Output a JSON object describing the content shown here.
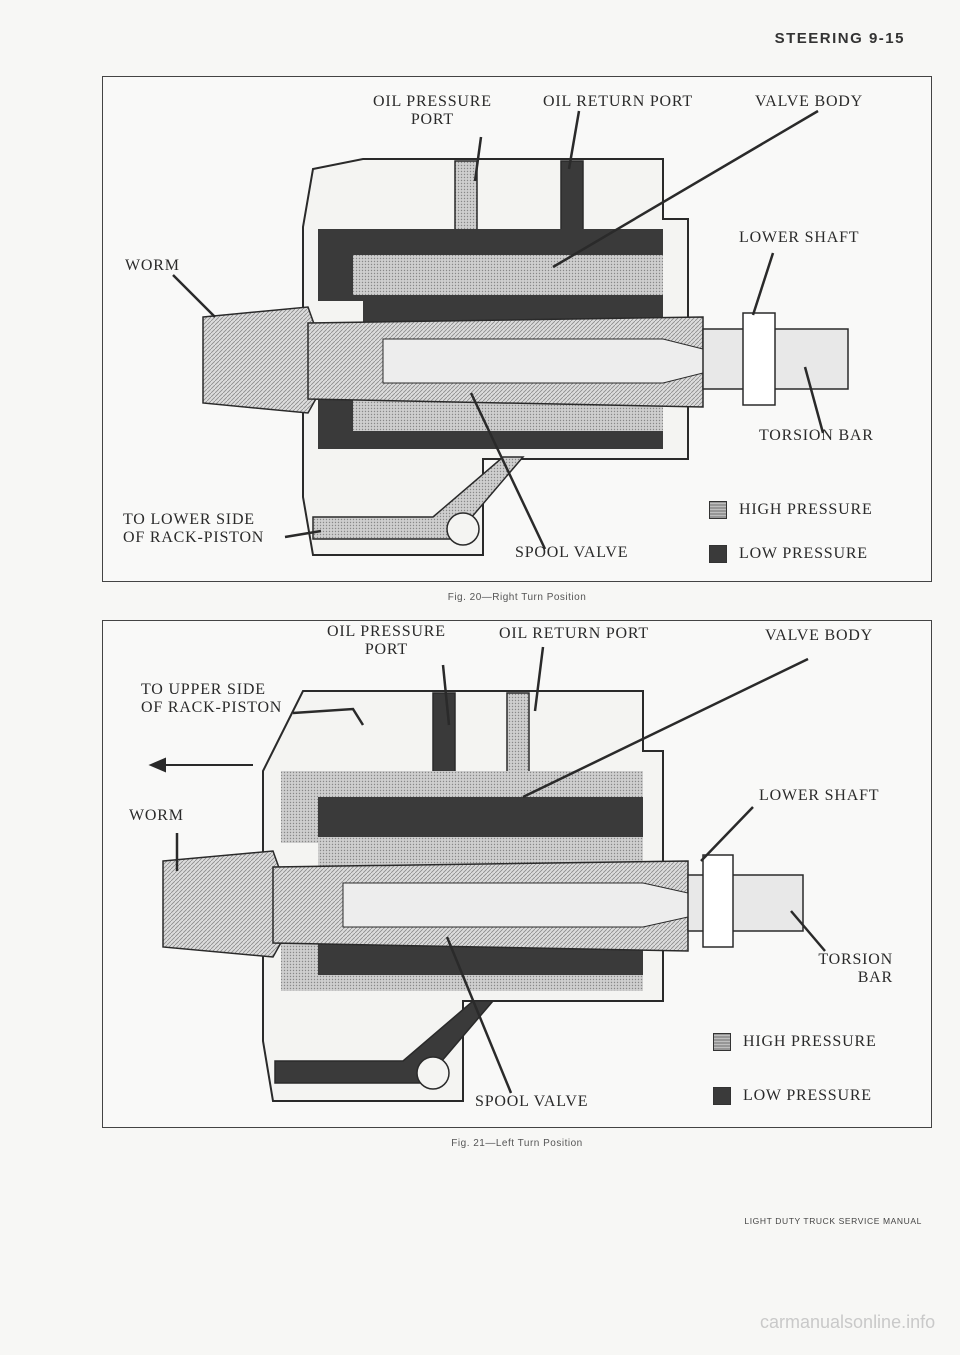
{
  "header": {
    "title": "STEERING 9-15"
  },
  "figures": [
    {
      "caption": "Fig. 20—Right Turn Position",
      "labels": {
        "oil_pressure_port": "OIL PRESSURE\nPORT",
        "oil_return_port": "OIL RETURN PORT",
        "valve_body": "VALVE BODY",
        "lower_shaft": "LOWER SHAFT",
        "worm": "WORM",
        "torsion_bar": "TORSION BAR",
        "rack_piston": "TO LOWER SIDE\nOF RACK-PISTON",
        "spool_valve": "SPOOL VALVE"
      },
      "legend": {
        "high": "HIGH PRESSURE",
        "low": "LOW PRESSURE"
      }
    },
    {
      "caption": "Fig. 21—Left Turn Position",
      "labels": {
        "oil_pressure_port": "OIL PRESSURE\nPORT",
        "oil_return_port": "OIL RETURN PORT",
        "valve_body": "VALVE BODY",
        "rack_piston": "TO UPPER SIDE\nOF RACK-PISTON",
        "lower_shaft": "LOWER SHAFT",
        "worm": "WORM",
        "torsion_bar": "TORSION\nBAR",
        "spool_valve": "SPOOL VALVE"
      },
      "legend": {
        "high": "HIGH PRESSURE",
        "low": "LOW PRESSURE"
      }
    }
  ],
  "footer": "LIGHT DUTY TRUCK SERVICE MANUAL",
  "watermark": "carmanualsonline.info",
  "colors": {
    "low_pressure": "#3a3a3a",
    "high_pressure": "#bdbdbd",
    "line": "#2a2a2a"
  }
}
